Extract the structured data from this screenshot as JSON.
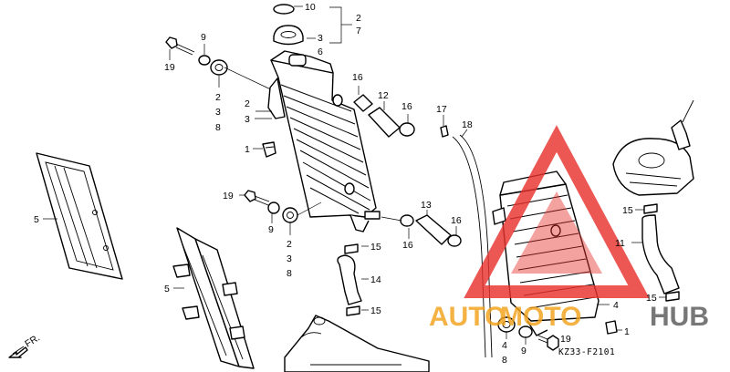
{
  "diagram": {
    "diagram_code": "KZ33-F2101",
    "front_label": "FR.",
    "callouts": {
      "cap_pad": "10",
      "cap": "3",
      "cap_seal": "6",
      "bracket_a": "2",
      "bracket_b": "7",
      "bolt_top": "19",
      "washer_top": "9",
      "grom_top_a": "2",
      "grom_top_b": "3",
      "grom_top_c": "8",
      "rad_a": "2",
      "rad_b": "3",
      "clip_left": "1",
      "bolt_mid": "19",
      "washer_mid": "9",
      "grom_mid_a": "2",
      "grom_mid_b": "3",
      "grom_mid_c": "8",
      "shroud_upper": "5",
      "shroud_lower": "5",
      "clamp_a": "16",
      "hose_a": "12",
      "clamp_b": "16",
      "clamp_c": "16",
      "hose_b": "13",
      "clamp_d": "16",
      "clamp_e": "15",
      "hose_c": "14",
      "clamp_f": "15",
      "joint": "17",
      "tube": "18",
      "clamp_g": "15",
      "hose_d": "11",
      "clamp_h": "15",
      "bracket_r": "4",
      "grom_r_a": "4",
      "grom_r_b": "8",
      "washer_r": "9",
      "bolt_r": "19",
      "clip_r": "1"
    },
    "watermark": {
      "part1": "AUTO",
      "part2": "MOTO",
      "part3": "HUB"
    },
    "colors": {
      "ink": "#000000",
      "watermark_red": "#e8322e",
      "watermark_orange": "#f2a21b",
      "watermark_gray": "#5a5a5a"
    }
  }
}
